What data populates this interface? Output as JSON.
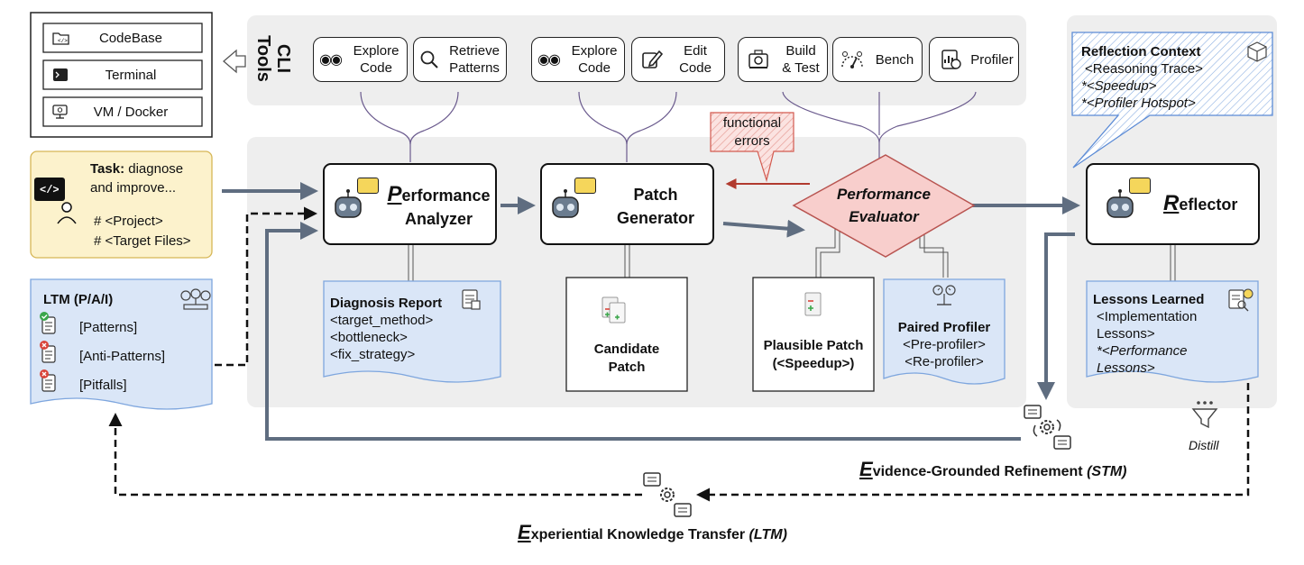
{
  "env": {
    "items": [
      {
        "label": "CodeBase",
        "icon": "folder-code-icon"
      },
      {
        "label": "Terminal",
        "icon": "terminal-icon"
      },
      {
        "label": "VM / Docker",
        "icon": "vm-icon"
      }
    ]
  },
  "cli_tools": {
    "title_line1": "CLI",
    "title_line2": "Tools",
    "tools": [
      {
        "line1": "Explore",
        "line2": "Code",
        "icon": "eyes-icon"
      },
      {
        "line1": "Retrieve",
        "line2": "Patterns",
        "icon": "magnifier-icon"
      },
      {
        "line1": "Explore",
        "line2": "Code",
        "icon": "eyes-icon"
      },
      {
        "line1": "Edit",
        "line2": "Code",
        "icon": "edit-icon"
      },
      {
        "line1": "Build",
        "line2": "& Test",
        "icon": "build-icon"
      },
      {
        "line1": "Bench",
        "line2": "",
        "icon": "bench-icon"
      },
      {
        "line1": "Profiler",
        "line2": "",
        "icon": "profiler-icon"
      }
    ]
  },
  "task": {
    "label": "Task:",
    "line1_rest": " diagnose",
    "line2": "and improve...",
    "line3": "# <Project>",
    "line4": "# <Target Files>"
  },
  "agents": {
    "analyzer": {
      "initial": "P",
      "line1_rest": "erformance",
      "line2": "Analyzer"
    },
    "generator": {
      "line1": "Patch",
      "line2": "Generator"
    },
    "evaluator": {
      "line1": "Performance",
      "line2": "Evaluator"
    },
    "reflector": {
      "initial": "R",
      "rest": "eflector"
    }
  },
  "functional_errors": {
    "line1": "functional",
    "line2": "errors"
  },
  "diagnosis_report": {
    "title": "Diagnosis Report",
    "lines": [
      "<target_method>",
      "<bottleneck>",
      "<fix_strategy>"
    ]
  },
  "candidate_patch": {
    "line1": "Candidate",
    "line2": "Patch"
  },
  "plausible_patch": {
    "line1": "Plausible Patch",
    "line2": "(<Speedup>)"
  },
  "paired_profiler": {
    "title": "Paired Profiler",
    "lines": [
      "<Pre-profiler>",
      "<Re-profiler>"
    ]
  },
  "ltm": {
    "title": "LTM (P/A/I)",
    "items": [
      "[Patterns]",
      "[Anti-Patterns]",
      "[Pitfalls]"
    ]
  },
  "reflection_context": {
    "title": "Reflection Context",
    "line1": "<Reasoning Trace>",
    "line2": "*<Speedup>",
    "line3": "*<Profiler Hotspot>"
  },
  "lessons": {
    "title": "Lessons Learned",
    "line1": "<Implementation",
    "line2": "Lessons>",
    "line3": "*<Performance",
    "line4": "Lessons>"
  },
  "distill": "Distill",
  "stm_loop": {
    "initial": "E",
    "rest": "vidence-Grounded Refinement",
    "tag": "(STM)"
  },
  "ltm_loop": {
    "initial": "E",
    "rest": "xperiential Knowledge Transfer",
    "tag": "(LTM)"
  },
  "colors": {
    "panel_bg": "#eeeeee",
    "doc_blue": "#dae6f7",
    "doc_border": "#7ea6de",
    "task_bg": "#fcf2cc",
    "task_border": "#d6b656",
    "evaluator_bg": "#f8cecc",
    "evaluator_border": "#b85450",
    "flow_arrow": "#5f6d80",
    "tool_link": "#6b5b8e",
    "error_arrow": "#b13a2e"
  }
}
